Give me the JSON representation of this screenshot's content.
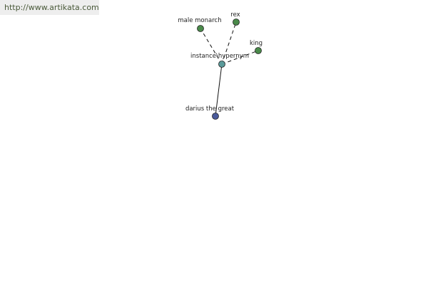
{
  "watermark": {
    "text": "http://www.artikata.com"
  },
  "graph": {
    "nodes": {
      "male_monarch": {
        "label": "male monarch",
        "color": "#4a8a4a"
      },
      "rex": {
        "label": "rex",
        "color": "#4a8a4a"
      },
      "king": {
        "label": "king",
        "color": "#4a8a4a"
      },
      "hub": {
        "label": "instance\\hypernym",
        "color": "#5a9a9a"
      },
      "darius": {
        "label": "darius the great",
        "color": "#4a5a9a"
      }
    },
    "edges": [
      {
        "from": "hub",
        "to": "male_monarch",
        "style": "dashed"
      },
      {
        "from": "hub",
        "to": "rex",
        "style": "dashed"
      },
      {
        "from": "hub",
        "to": "king",
        "style": "dashed"
      },
      {
        "from": "hub",
        "to": "darius",
        "style": "solid"
      }
    ]
  }
}
